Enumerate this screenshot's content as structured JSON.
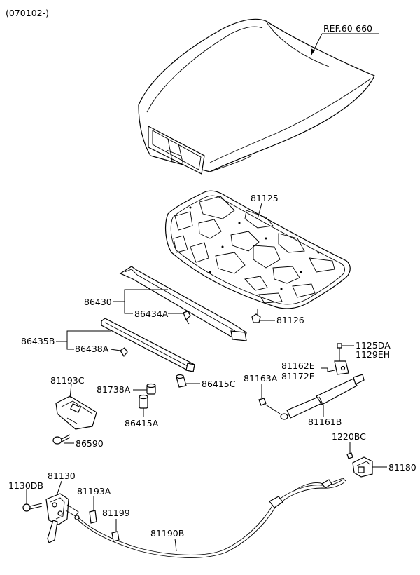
{
  "header": {
    "code": "(070102-)"
  },
  "labels": {
    "ref": "REF.60-660",
    "p81125": "81125",
    "p81126": "81126",
    "p86430": "86430",
    "p86434A": "86434A",
    "p86435B": "86435B",
    "p86438A": "86438A",
    "p86415C": "86415C",
    "p81193C": "81193C",
    "p81738A": "81738A",
    "p86415A": "86415A",
    "p86590": "86590",
    "p1125DA": "1125DA",
    "p1129EH": "1129EH",
    "p81162E": "81162E",
    "p81172E": "81172E",
    "p81163A": "81163A",
    "p81161B": "81161B",
    "p1220BC": "1220BC",
    "p81180": "81180",
    "p1130DB": "1130DB",
    "p81130": "81130",
    "p81193A": "81193A",
    "p81199": "81199",
    "p81190B": "81190B"
  }
}
